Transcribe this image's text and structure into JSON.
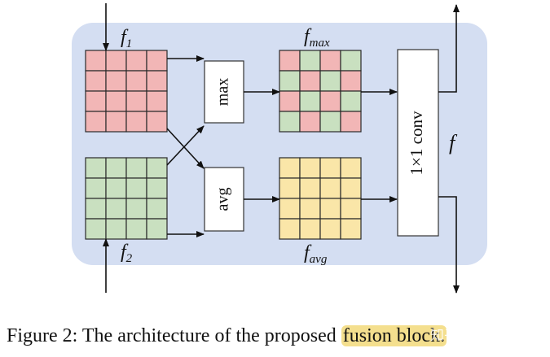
{
  "labels": {
    "f1": "f",
    "f1_sub": "1",
    "f2": "f",
    "f2_sub": "2",
    "fmax": "f",
    "fmax_sub": "max",
    "favg": "f",
    "favg_sub": "avg",
    "f_out": "f"
  },
  "blocks": {
    "max": "max",
    "avg": "avg",
    "conv": "1×1 conv"
  },
  "grid_colors": {
    "f1": "#f2b6b6",
    "f2": "#c9e0c0",
    "favg": "#fae6a8",
    "fmax_red": "#f2b6b6",
    "fmax_green": "#c9e0c0"
  },
  "caption": {
    "prefix": "Figure 2: The architecture of the proposed",
    "highlight": "fusion block."
  },
  "watermark": "知乎 @林泽"
}
